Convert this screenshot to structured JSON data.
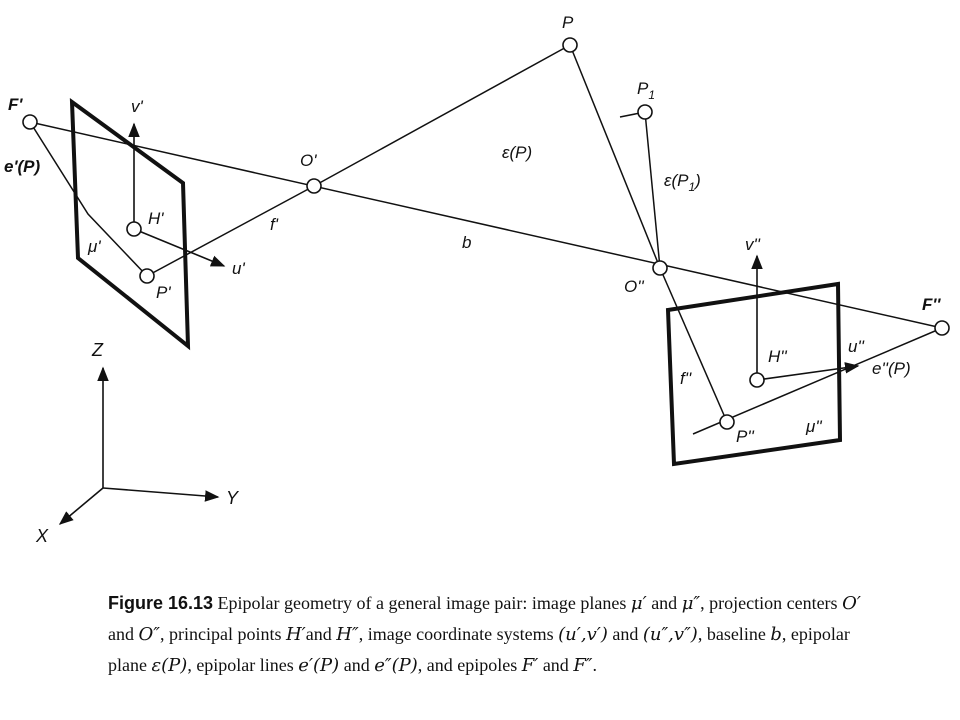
{
  "labels": {
    "F1": "F'",
    "e1": "e'(P)",
    "v1": "v'",
    "H1": "H'",
    "mu1": "μ'",
    "P1img": "P'",
    "u1": "u'",
    "f1": "f'",
    "O1": "O'",
    "P": "P",
    "eps": "ε(P)",
    "b": "b",
    "Pone": "P",
    "Pone_sub": "1",
    "eps1": "ε(P",
    "eps1_sub": "1",
    "eps1_close": ")",
    "O2": "O''",
    "v2": "v''",
    "F2": "F''",
    "H2": "H''",
    "u2": "u''",
    "e2": "e''(P)",
    "f2": "f''",
    "P2img": "P''",
    "mu2": "μ''",
    "Z": "Z",
    "Y": "Y",
    "X": "X"
  },
  "caption": {
    "fig_num": "Figure 16.13",
    "t1": " Epipolar geometry of a general image pair: image planes ",
    "m1": "μ′",
    "t2": " and ",
    "m2": "μ″",
    "t3": ", projection centers ",
    "m3": "O′",
    "t4": " and ",
    "m4": "O″",
    "t5": ", principal points ",
    "m5": "H′",
    "t6": "and ",
    "m6": "H″",
    "t7": ", image coordinate systems ",
    "m7": "(u′,v′)",
    "t8": " and ",
    "m8": "(u″,v″)",
    "t9": ", baseline ",
    "m9": "b",
    "t10": ", epipolar plane ",
    "m10": "ε(P)",
    "t11": ", epipolar lines ",
    "m11": "e′(P)",
    "t12": " and ",
    "m12": "e″(P)",
    "t13": ", and epipoles ",
    "m13": "F′",
    "t14": " and ",
    "m14": "F″",
    "t15": "."
  }
}
